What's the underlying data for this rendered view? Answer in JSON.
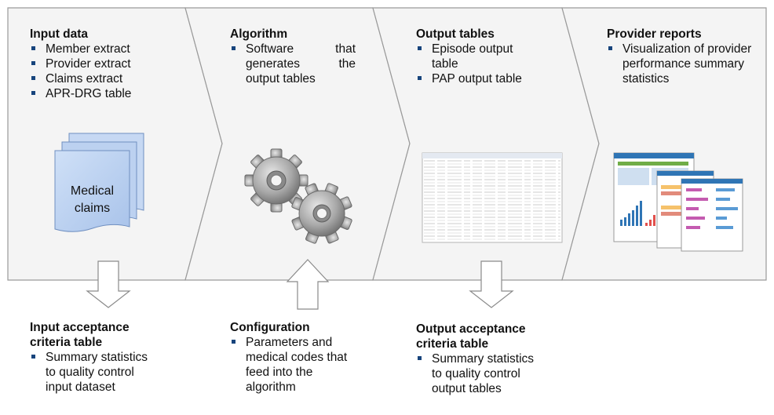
{
  "stages": [
    {
      "title": "Input data",
      "bullets": [
        "Member extract",
        "Provider extract",
        "Claims extract",
        "APR-DRG table"
      ],
      "illustration": {
        "type": "document-stack",
        "label_lines": [
          "Medical",
          "claims"
        ],
        "color": "#b8cff0"
      }
    },
    {
      "title": "Algorithm",
      "bullets": [
        "Software that generates the output tables"
      ],
      "illustration": {
        "type": "gears-icon",
        "color": "#9a9a9a"
      }
    },
    {
      "title": "Output tables",
      "bullets": [
        "Episode output table",
        "PAP output table"
      ],
      "illustration": {
        "type": "spreadsheet-thumbnail"
      }
    },
    {
      "title": "Provider reports",
      "bullets": [
        "Visualization of provider performance summary statistics"
      ],
      "illustration": {
        "type": "report-thumbnails"
      }
    }
  ],
  "supporting": [
    {
      "title_lines": [
        "Input acceptance",
        "criteria table"
      ],
      "bullet_lines": [
        "Summary statistics",
        "to quality control",
        "input dataset"
      ],
      "arrow": "down",
      "connects_stage": "Input data"
    },
    {
      "title_lines": [
        "Configuration"
      ],
      "bullet_lines": [
        "Parameters and",
        "medical codes that",
        "feed into the",
        "algorithm"
      ],
      "arrow": "up",
      "connects_stage": "Algorithm"
    },
    {
      "title_lines": [
        "Output acceptance",
        "criteria table"
      ],
      "bullet_lines": [
        "Summary statistics",
        "to quality control",
        "output tables"
      ],
      "arrow": "down",
      "connects_stage": "Output tables"
    }
  ],
  "colors": {
    "chevron_fill": "#f4f4f4",
    "chevron_stroke": "#9a9a9a",
    "bullet": "#17447c",
    "doc_fill": "#b8cff0",
    "doc_stroke": "#6f8fc0"
  }
}
